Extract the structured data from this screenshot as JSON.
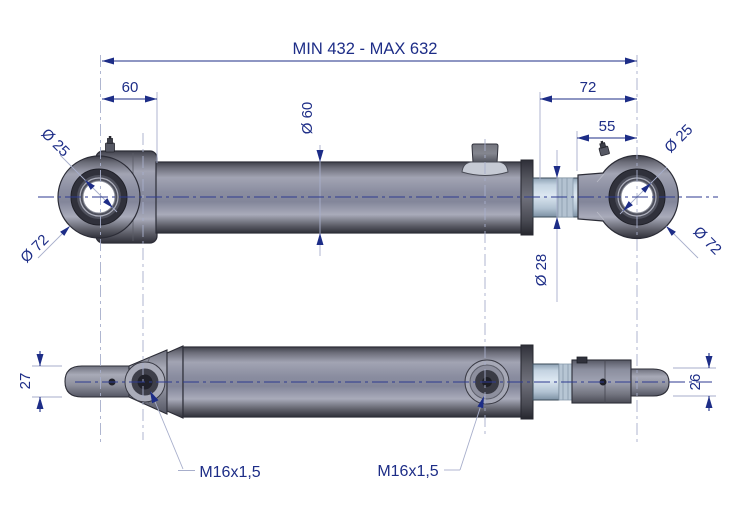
{
  "drawing": {
    "labels": {
      "overall_length": "MIN 432 - MAX 632",
      "offset_left": "60",
      "offset_right": "72",
      "rod_end_length": "55",
      "barrel_diameter": "Ø 60",
      "rod_diameter": "Ø 28",
      "eye_bore_left": "Ø 25",
      "eye_outer_left": "Ø 72",
      "eye_bore_right": "Ø 25",
      "eye_outer_right": "Ø 72",
      "eye_width_left": "27",
      "eye_width_right": "26",
      "port_thread_left": "M16x1,5",
      "port_thread_right": "M16x1,5"
    },
    "colors": {
      "dimension_blue": "#1d2d87",
      "centerline_blue": "#2d3a90",
      "construction_gray": "#a7aecb",
      "body_metal_gray": "#85889b",
      "rod_steel_blue": "#c4d3e1",
      "background": "#ffffff"
    }
  }
}
